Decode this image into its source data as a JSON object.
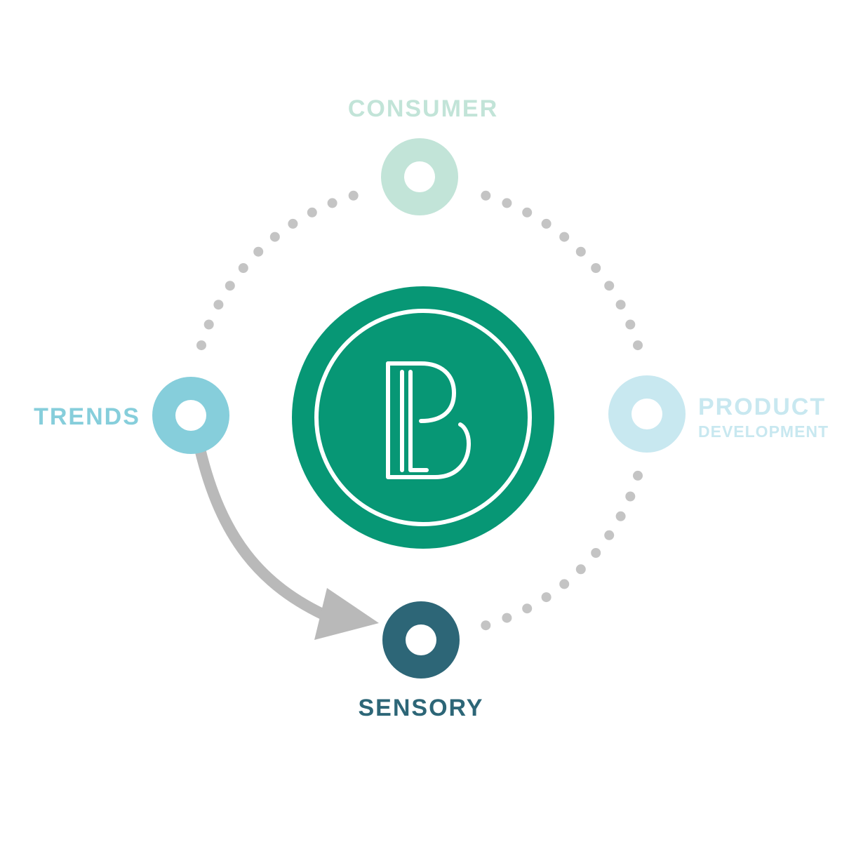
{
  "nodes": {
    "consumer": {
      "label": "CONSUMER",
      "color": "#c2e4d8"
    },
    "trends": {
      "label": "TRENDS",
      "color": "#86cedb"
    },
    "product": {
      "label_line1": "PRODUCT",
      "label_line2": "DEVELOPMENT",
      "color": "#c8e8f0"
    },
    "sensory": {
      "label": "SENSORY",
      "color": "#2d6677"
    }
  },
  "center": {
    "logo_letter": "B",
    "color": "#079775"
  },
  "connector": {
    "dot_color": "#c4c4c4",
    "arrow_color": "#b9b9b9"
  }
}
